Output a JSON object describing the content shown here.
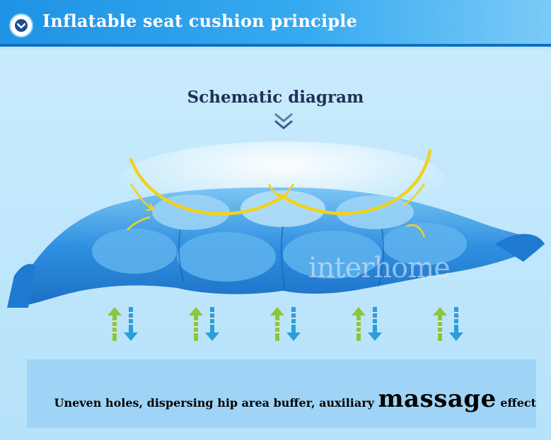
{
  "header": {
    "title": "Inflatable seat cushion principle",
    "icon": "chevron-down-circle-icon",
    "colors": {
      "banner": "#1f93e4",
      "title": "#ffffff"
    }
  },
  "diagram": {
    "heading": "Schematic diagram",
    "watermark": "interhome",
    "airflow_icon_pairs": 5,
    "colors": {
      "up_arrow": "#8cc63e",
      "down_arrow": "#2a9fd8",
      "pressure_curve": "#f2d21a",
      "cushion": "#2b8ee0"
    }
  },
  "caption": {
    "part1": "Uneven holes, dispersing hip area buffer, auxiliary",
    "part2": "massage",
    "part3": "effect"
  }
}
